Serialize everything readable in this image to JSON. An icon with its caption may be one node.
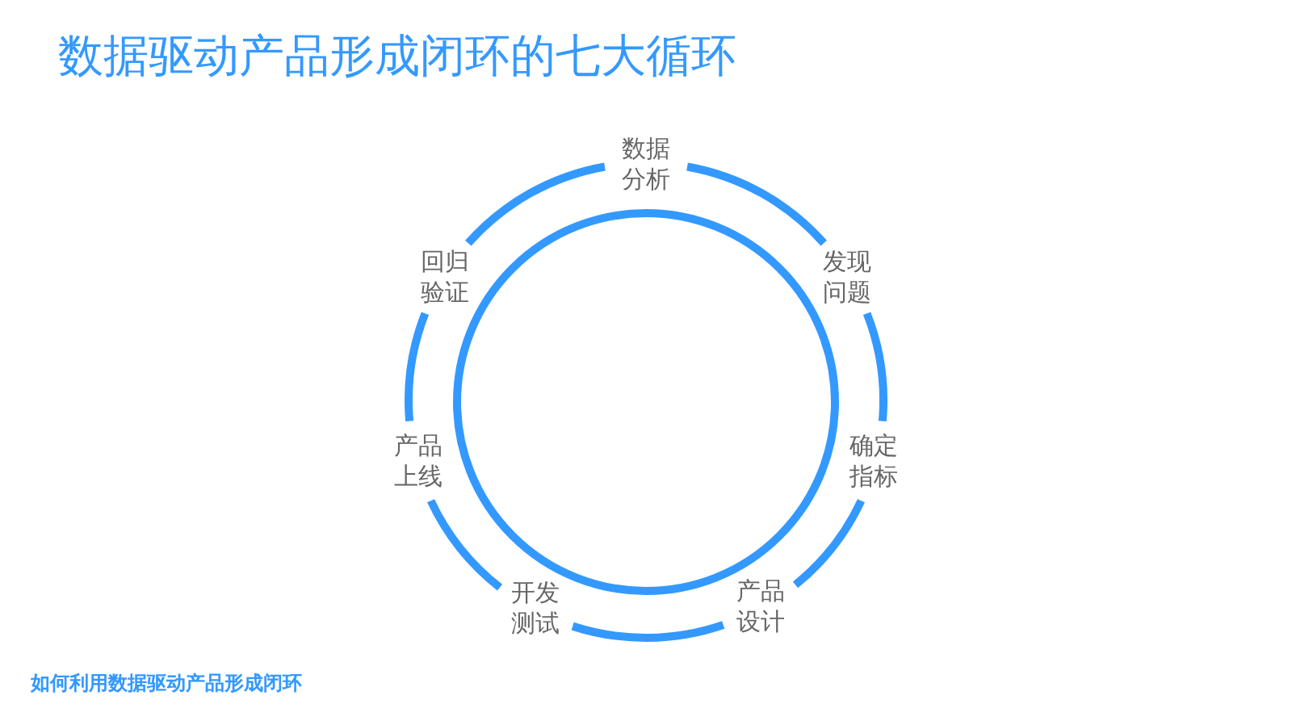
{
  "diagram": {
    "title": "数据驱动产品形成闭环的七大循环",
    "caption": "如何利用数据驱动产品形成闭环",
    "nodes": [
      {
        "text": [
          "数据分析"
        ]
      },
      {
        "text": [
          "发现问题"
        ]
      },
      {
        "text": [
          "确定指标"
        ]
      },
      {
        "text": [
          "产品设计"
        ]
      },
      {
        "text": [
          "开发测试"
        ]
      },
      {
        "text": [
          "产品上线"
        ]
      },
      {
        "text": [
          "回归验证"
        ]
      },
      {
        "text": [],
        "shape": "circle"
      }
    ],
    "edges": [
      {
        "from": 0,
        "to": 1,
        "arrow": "none"
      },
      {
        "from": 1,
        "to": 2,
        "arrow": "none"
      },
      {
        "from": 2,
        "to": 3,
        "arrow": "none"
      },
      {
        "from": 3,
        "to": 4,
        "arrow": "none"
      },
      {
        "from": 4,
        "to": 5,
        "arrow": "none"
      },
      {
        "from": 5,
        "to": 6,
        "arrow": "none"
      },
      {
        "from": 6,
        "to": 0,
        "arrow": "none"
      }
    ]
  }
}
